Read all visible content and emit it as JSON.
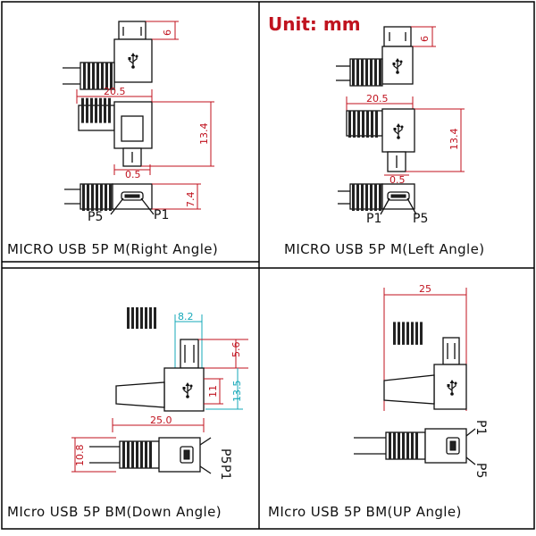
{
  "unit_label": "Unit: mm",
  "colors": {
    "dimension_red": "#c0121e",
    "dimension_cyan": "#16a8b8",
    "line": "#111111"
  },
  "icons": [
    "usb-trident-icon"
  ],
  "panels": [
    {
      "caption": "MICRO  USB  5P  M(Right   Angle)",
      "dims": {
        "top_height": "6",
        "width": "20.5",
        "height": "13.4",
        "tip_width": "0.5",
        "bottom_height": "7.4"
      },
      "pins": {
        "left": "P5",
        "right": "P1"
      }
    },
    {
      "caption": "MICRO  USB  5P  M(Left    Angle)",
      "dims": {
        "top_height": "6",
        "width": "20.5",
        "height": "13.4",
        "tip_width": "0.5"
      },
      "pins": {
        "left": "P1",
        "right": "P5"
      }
    },
    {
      "caption": "MIcro  USB  5P  BM(Down  Angle)",
      "dims": {
        "top_width": "8.2",
        "height_a": "5.6",
        "height_b": "13.5",
        "height_c": "11",
        "width": "25.0",
        "side_height": "10.8"
      },
      "pins": {
        "top": "P5",
        "bottom": "P1"
      }
    },
    {
      "caption": "MIcro  USB  5P  BM(UP  Angle)",
      "dims": {
        "width": "25"
      },
      "pins": {
        "top": "P1",
        "bottom": "P5"
      }
    }
  ]
}
